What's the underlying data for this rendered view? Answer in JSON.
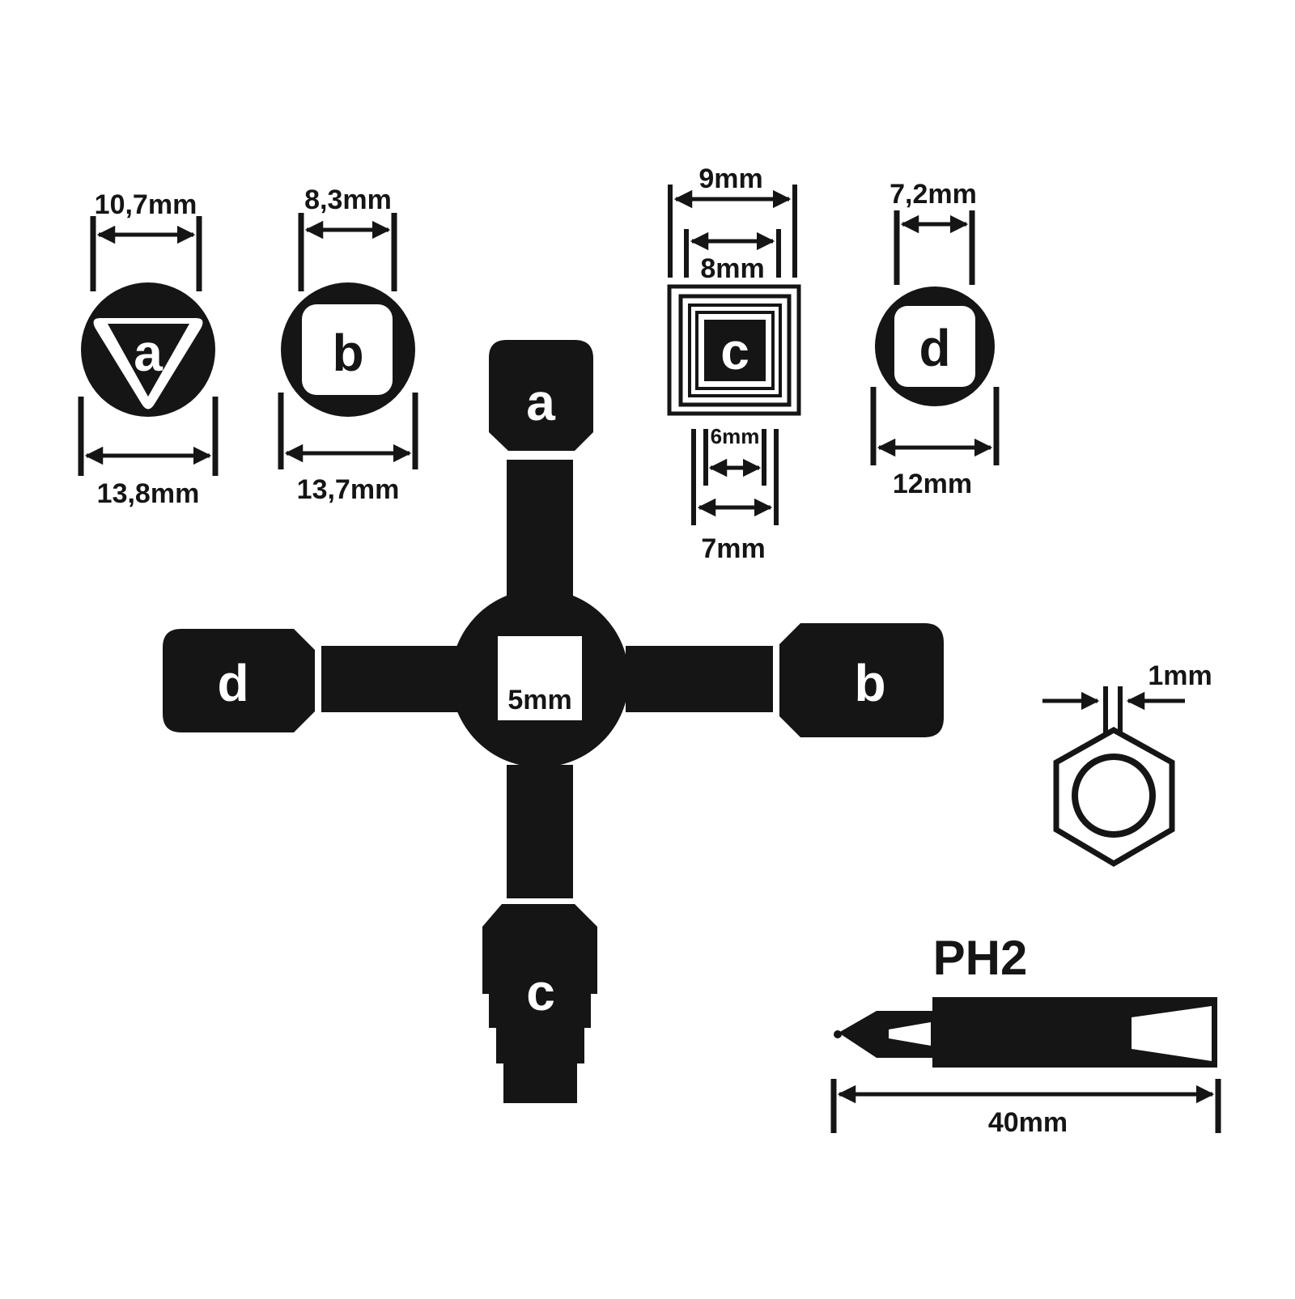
{
  "colors": {
    "ink": "#151515",
    "paper": "#ffffff"
  },
  "profiles": {
    "a": {
      "letter": "a",
      "inner_dim": "10,7mm",
      "outer_dim": "13,8mm",
      "shape": "triangle"
    },
    "b": {
      "letter": "b",
      "inner_dim": "8,3mm",
      "outer_dim": "13,7mm",
      "shape": "square"
    },
    "c": {
      "letter": "c",
      "top_dims": [
        "9mm",
        "8mm"
      ],
      "bottom_dims": [
        "6mm",
        "7mm"
      ],
      "shape": "stepped-square"
    },
    "d": {
      "letter": "d",
      "inner_dim": "7,2mm",
      "outer_dim": "12mm",
      "shape": "square"
    }
  },
  "cross_key": {
    "center_label": "5mm",
    "arm_labels": {
      "top": "a",
      "right": "b",
      "bottom": "c",
      "left": "d"
    }
  },
  "slot_profile": {
    "dim": "1mm",
    "shape": "hexagon-with-slot"
  },
  "bit": {
    "label": "PH2",
    "length_dim": "40mm"
  }
}
